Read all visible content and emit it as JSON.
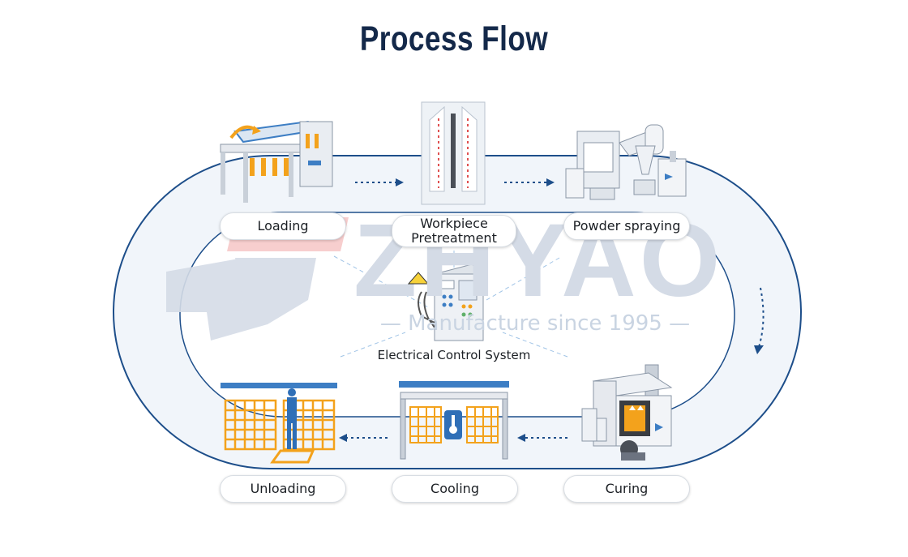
{
  "title": "Process Flow",
  "steps": [
    {
      "id": "loading",
      "label": "Loading"
    },
    {
      "id": "pretreatment",
      "label": "Workpiece Pretreatment"
    },
    {
      "id": "powder-spraying",
      "label": "Powder spraying"
    },
    {
      "id": "curing",
      "label": "Curing"
    },
    {
      "id": "cooling",
      "label": "Cooling"
    },
    {
      "id": "unloading",
      "label": "Unloading"
    }
  ],
  "center": {
    "label": "Electrical Control System"
  },
  "watermark": {
    "brand": "ZHYAO",
    "tagline": "— Manufacture since 1995 —"
  },
  "colors": {
    "title": "#14294a",
    "track_fill": "#f1f5fa",
    "track_line": "#1d4e8a",
    "arrow": "#1d4e8a",
    "frame_orange": "#f3a21c",
    "machine_grey": "#e6e9ee",
    "accent_blue": "#3d7ec4"
  }
}
